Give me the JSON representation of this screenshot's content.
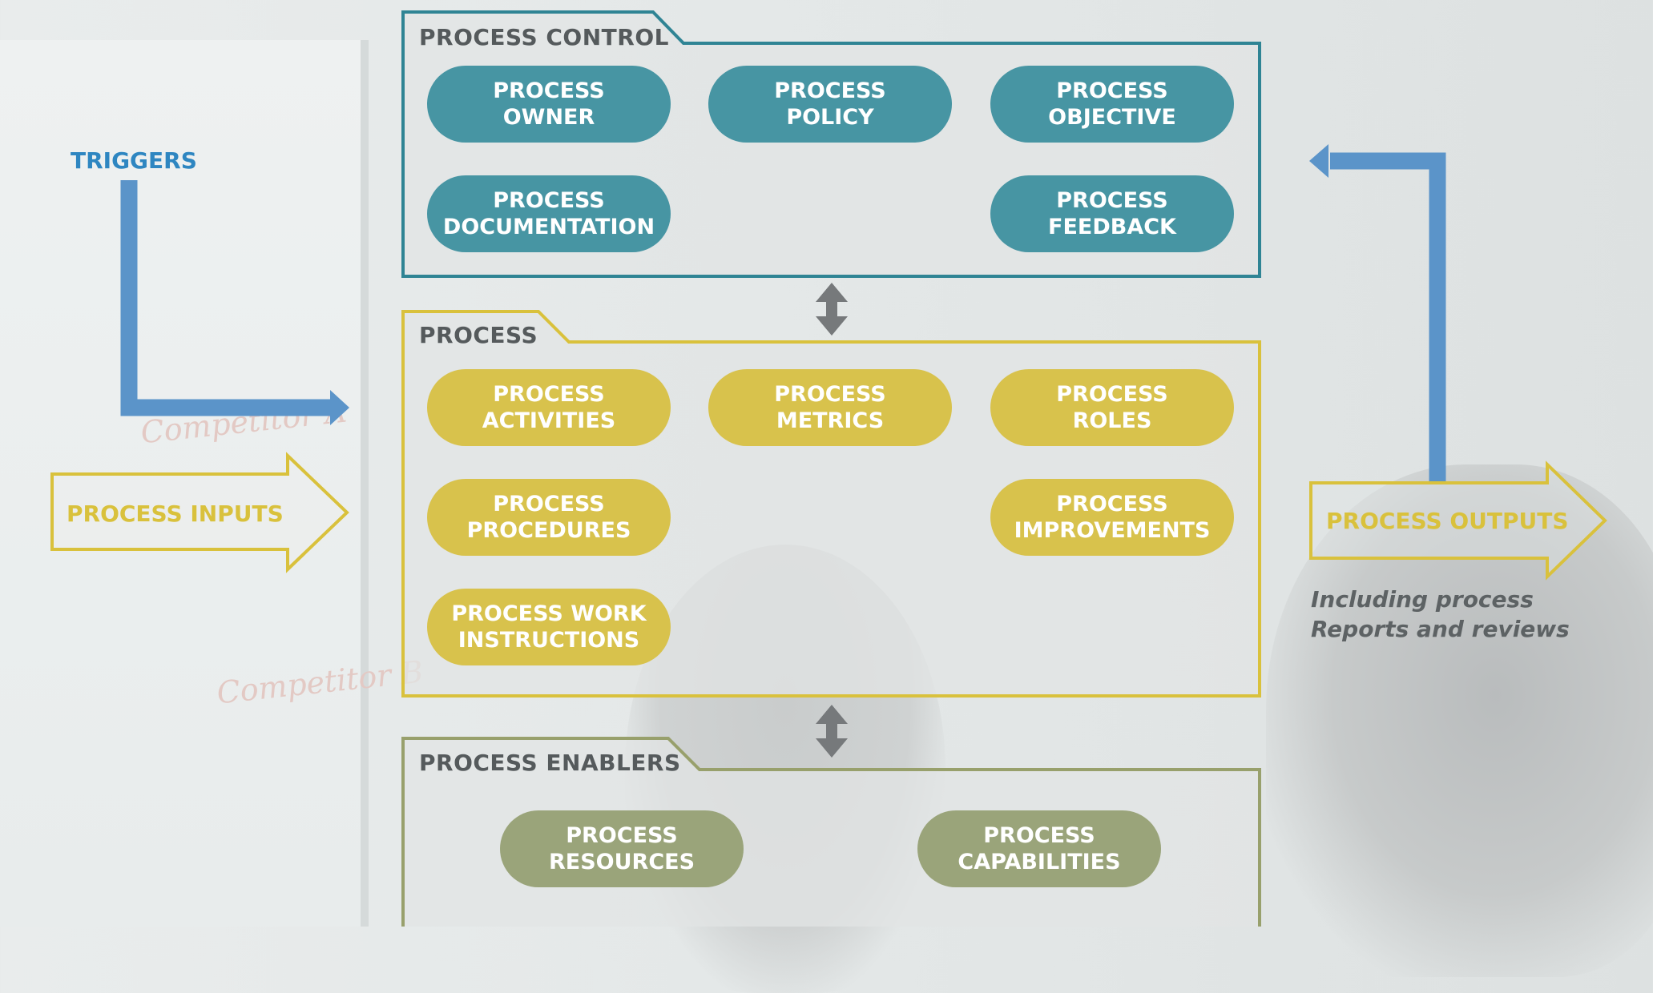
{
  "colors": {
    "teal": "#4795a3",
    "gold": "#d8c24c",
    "olive": "#9aa47a",
    "blue": "#5b94c9",
    "title_gray": "#555a5c",
    "arrow_gray": "#76797b"
  },
  "process_control": {
    "title": "PROCESS CONTROL",
    "items": [
      "PROCESS\nOWNER",
      "PROCESS\nPOLICY",
      "PROCESS\nOBJECTIVE",
      "PROCESS\nDOCUMENTATION",
      "PROCESS\nFEEDBACK"
    ]
  },
  "process": {
    "title": "PROCESS",
    "items": [
      "PROCESS\nACTIVITIES",
      "PROCESS\nMETRICS",
      "PROCESS\nROLES",
      "PROCESS\nPROCEDURES",
      "PROCESS\nIMPROVEMENTS",
      "PROCESS WORK\nINSTRUCTIONS"
    ]
  },
  "process_enablers": {
    "title": "PROCESS ENABLERS",
    "items": [
      "PROCESS\nRESOURCES",
      "PROCESS\nCAPABILITIES"
    ]
  },
  "triggers": "TRIGGERS",
  "inputs": "PROCESS INPUTS",
  "outputs": "PROCESS OUTPUTS",
  "outputs_note": "Including process\nReports and reviews",
  "background_scribbles": [
    "Competitor A",
    "Competitor B"
  ]
}
